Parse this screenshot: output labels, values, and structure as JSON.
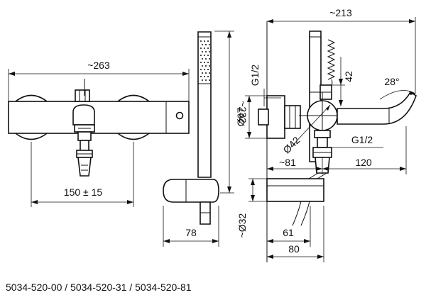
{
  "dimensions": {
    "front_width": "~263",
    "handle_spacing": "150 ± 15",
    "shower_height": "~232",
    "holder_depth": "78",
    "side_width": "~213",
    "thread_top": "G1/2",
    "cover_diameter": "Ø67",
    "height_42": "42",
    "spout_angle": "28°",
    "body_diameter": "Ø42",
    "thread_bottom": "G1/2",
    "length_81": "~81",
    "spout_length": "120",
    "hose_diameter": "~Ø32",
    "depth_61": "61",
    "depth_80": "80"
  },
  "footer": {
    "article_numbers": "5034-520-00 / 5034-520-31 / 5034-520-81"
  }
}
